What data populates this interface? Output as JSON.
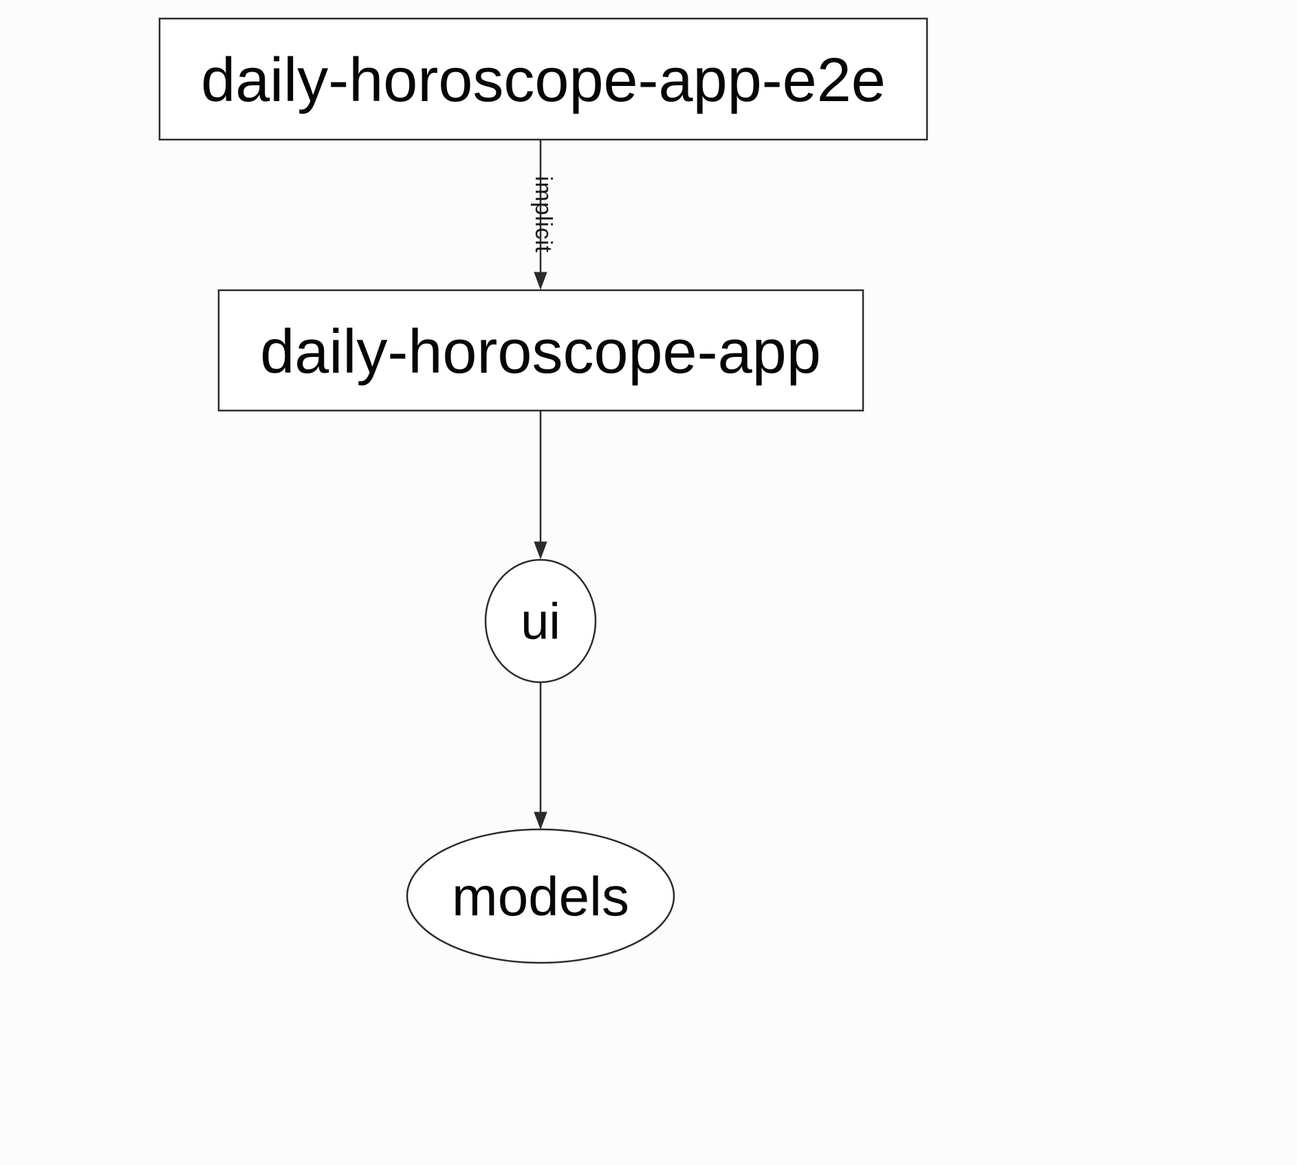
{
  "diagram": {
    "kind": "project-dependency-graph",
    "nodes": [
      {
        "id": "daily-horoscope-app-e2e",
        "label": "daily-horoscope-app-e2e",
        "shape": "rectangle"
      },
      {
        "id": "daily-horoscope-app",
        "label": "daily-horoscope-app",
        "shape": "rectangle"
      },
      {
        "id": "ui",
        "label": "ui",
        "shape": "circle"
      },
      {
        "id": "models",
        "label": "models",
        "shape": "ellipse"
      }
    ],
    "edges": [
      {
        "from": "daily-horoscope-app-e2e",
        "to": "daily-horoscope-app",
        "label": "implicit"
      },
      {
        "from": "daily-horoscope-app",
        "to": "ui",
        "label": ""
      },
      {
        "from": "ui",
        "to": "models",
        "label": ""
      }
    ],
    "colors": {
      "background": "#fcfcfc",
      "node_fill": "#ffffff",
      "stroke": "#2b2b2b",
      "text": "#060606"
    }
  }
}
